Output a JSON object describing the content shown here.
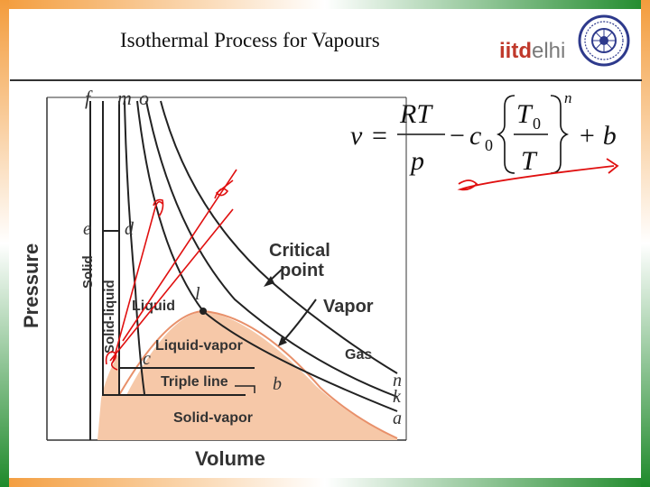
{
  "slide": {
    "title": "Isothermal Process for Vapours"
  },
  "logo": {
    "brand_part1": "iitd",
    "brand_part2": "elhi",
    "seal_icon": "iit-delhi-seal-icon"
  },
  "equation": {
    "v": "v",
    "eq": "=",
    "RT": "RT",
    "p": "p",
    "minus": "−",
    "c": "c",
    "c_sub": "0",
    "T0": "T",
    "T0_sub": "0",
    "T": "T",
    "n": "n",
    "plus_b": "+ b"
  },
  "diagram": {
    "ylabel": "Pressure",
    "xlabel": "Volume",
    "top_letters": {
      "f": "f",
      "m": "m",
      "o": "o"
    },
    "points": {
      "e": "e",
      "d": "d",
      "l": "l",
      "c": "c",
      "b": "b"
    },
    "right_letters": {
      "n": "n",
      "k": "k",
      "a": "a"
    },
    "regions": {
      "solid": "Solid",
      "solid_liquid": "Solid-liquid",
      "liquid": "Liquid",
      "liquid_vapor": "Liquid-vapor",
      "triple_line": "Triple line",
      "solid_vapor": "Solid-vapor",
      "gas": "Gas",
      "vapor": "Vapor",
      "critical_point_l1": "Critical",
      "critical_point_l2": "point"
    },
    "colors": {
      "dome_fill": "#f6c8a8",
      "dome_edge": "#e8906a",
      "curve": "#222222",
      "annotation_red": "#e01010"
    }
  },
  "frame_colors": {
    "saffron": "#f39c3c",
    "green": "#1f8a2b"
  }
}
